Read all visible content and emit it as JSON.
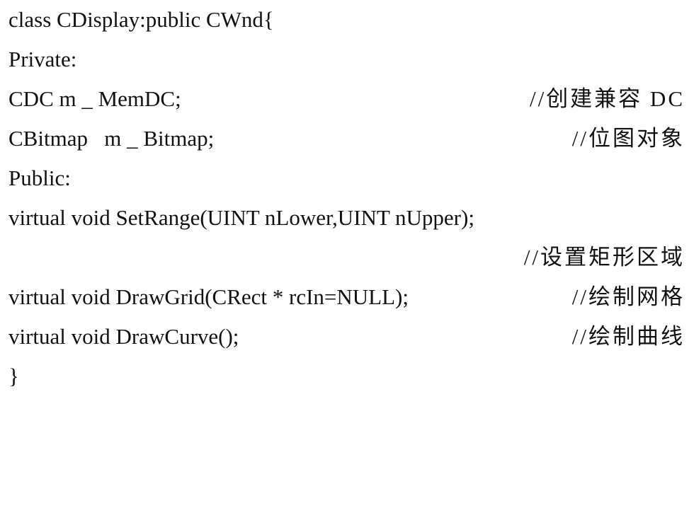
{
  "code": {
    "lines": [
      {
        "text": "class CDisplay:public CWnd{",
        "comment": ""
      },
      {
        "text": "Private:",
        "comment": ""
      },
      {
        "text": "CDC m _ MemDC;",
        "comment": "//创建兼容 DC"
      },
      {
        "text": "CBitmap   m _ Bitmap;",
        "comment": "//位图对象"
      },
      {
        "text": "Public:",
        "comment": ""
      },
      {
        "text": "virtual void SetRange(UINT nLower,UINT nUpper);",
        "comment": ""
      },
      {
        "text": "",
        "comment": "//设置矩形区域"
      },
      {
        "text": "virtual void DrawGrid(CRect * rcIn=NULL);",
        "comment": "//绘制网格"
      },
      {
        "text": "virtual void DrawCurve();",
        "comment": "//绘制曲线"
      },
      {
        "text": "}",
        "comment": ""
      }
    ]
  }
}
